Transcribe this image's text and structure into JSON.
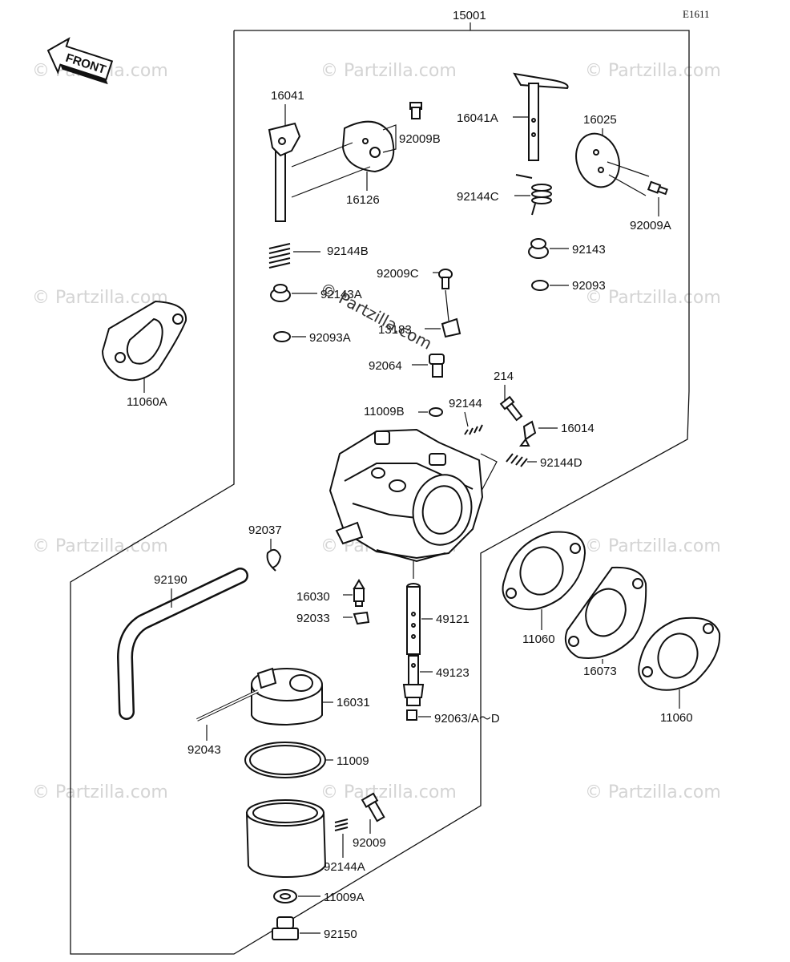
{
  "diagram_code": "E1611",
  "assembly_number": "15001",
  "front_label": "FRONT",
  "watermark_main": "© Partzilla.com",
  "watermark_tile": "© Partzilla.com",
  "labels": {
    "p16041": "16041",
    "p92009b": "92009B",
    "p16126": "16126",
    "p16041a": "16041A",
    "p16025": "16025",
    "p92144c": "92144C",
    "p92009a": "92009A",
    "p92144b": "92144B",
    "p92143": "92143",
    "p92009c": "92009C",
    "p92143a": "92143A",
    "p92093": "92093",
    "p13183": "13183",
    "p92093a": "92093A",
    "p92064": "92064",
    "p11060a": "11060A",
    "p214": "214",
    "p11009b": "11009B",
    "p92144": "92144",
    "p16014": "16014",
    "p92144d": "92144D",
    "p92037": "92037",
    "p92190": "92190",
    "p16030": "16030",
    "p92033": "92033",
    "p49121": "49121",
    "p11060_1": "11060",
    "p49123": "49123",
    "p16073": "16073",
    "p16031": "16031",
    "p92063": "92063/A～D",
    "p11060_2": "11060",
    "p92043": "92043",
    "p11009": "11009",
    "p92009": "92009",
    "p92144a": "92144A",
    "p11009a": "11009A",
    "p92150": "92150"
  }
}
